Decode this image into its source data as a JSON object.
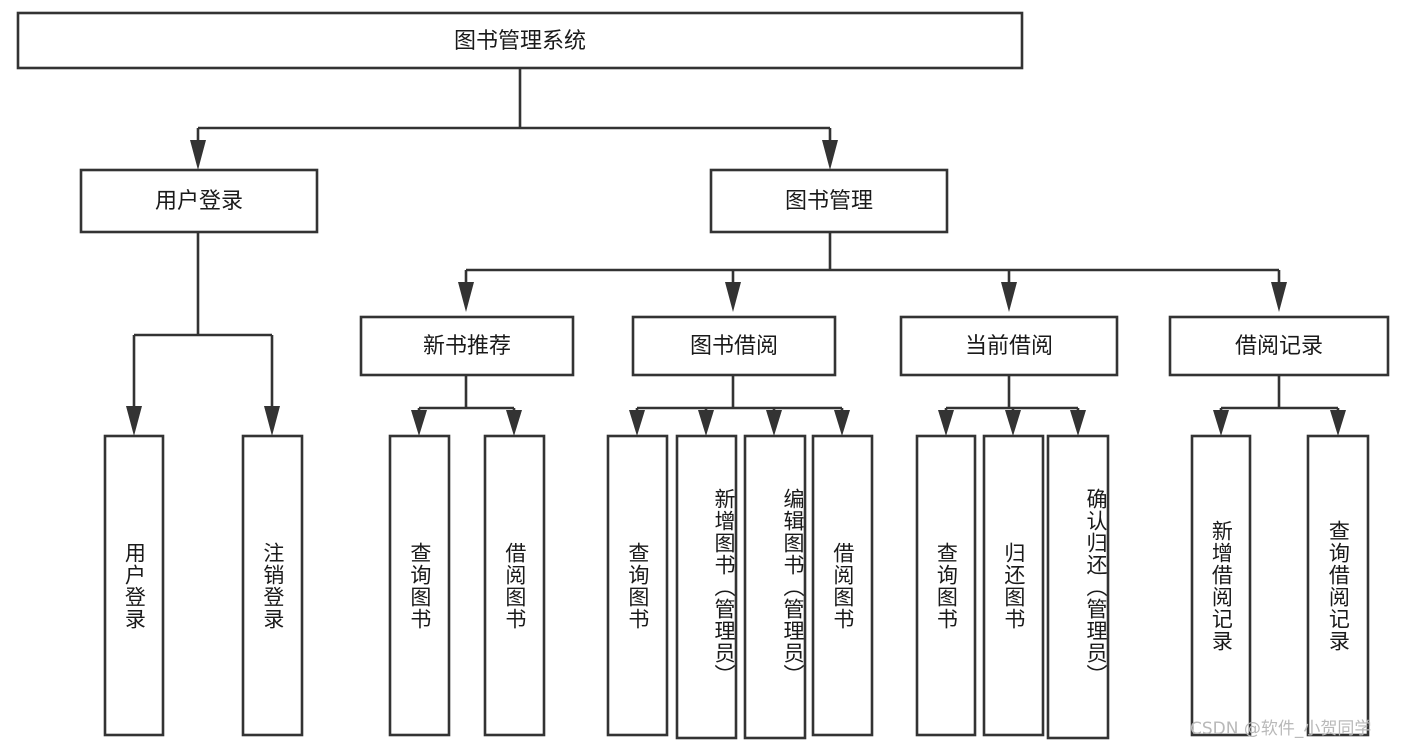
{
  "diagram": {
    "type": "tree",
    "title": "图书管理系统",
    "root": {
      "id": "root",
      "label": "图书管理系统",
      "orientation": "horizontal"
    },
    "level2": [
      {
        "id": "user-login",
        "label": "用户登录",
        "orientation": "horizontal"
      },
      {
        "id": "book-management",
        "label": "图书管理",
        "orientation": "horizontal"
      }
    ],
    "level3": [
      {
        "id": "new-book-recommend",
        "label": "新书推荐",
        "orientation": "horizontal",
        "parent": "book-management"
      },
      {
        "id": "book-borrow",
        "label": "图书借阅",
        "orientation": "horizontal",
        "parent": "book-management"
      },
      {
        "id": "current-borrow",
        "label": "当前借阅",
        "orientation": "horizontal",
        "parent": "book-management"
      },
      {
        "id": "borrow-record",
        "label": "借阅记录",
        "orientation": "horizontal",
        "parent": "book-management"
      }
    ],
    "leaves": [
      {
        "id": "leaf-user-login",
        "label": "用户登录",
        "orientation": "vertical",
        "parent": "user-login"
      },
      {
        "id": "leaf-logout-login",
        "label": "注销登录",
        "orientation": "vertical",
        "parent": "user-login"
      },
      {
        "id": "leaf-query-book-1",
        "label": "查询图书",
        "orientation": "vertical",
        "parent": "new-book-recommend"
      },
      {
        "id": "leaf-borrow-book-1",
        "label": "借阅图书",
        "orientation": "vertical",
        "parent": "new-book-recommend"
      },
      {
        "id": "leaf-query-book-2",
        "label": "查询图书",
        "orientation": "vertical",
        "parent": "book-borrow"
      },
      {
        "id": "leaf-add-book",
        "label": "新增图书（管理员）",
        "orientation": "vertical",
        "parent": "book-borrow"
      },
      {
        "id": "leaf-edit-book",
        "label": "编辑图书（管理员）",
        "orientation": "vertical",
        "parent": "book-borrow"
      },
      {
        "id": "leaf-borrow-book-2",
        "label": "借阅图书",
        "orientation": "vertical",
        "parent": "book-borrow"
      },
      {
        "id": "leaf-query-book-3",
        "label": "查询图书",
        "orientation": "vertical",
        "parent": "current-borrow"
      },
      {
        "id": "leaf-return-book",
        "label": "归还图书",
        "orientation": "vertical",
        "parent": "current-borrow"
      },
      {
        "id": "leaf-confirm-return",
        "label": "确认归还（管理员）",
        "orientation": "vertical",
        "parent": "current-borrow"
      },
      {
        "id": "leaf-add-record",
        "label": "新增借阅记录",
        "orientation": "vertical",
        "parent": "borrow-record"
      },
      {
        "id": "leaf-query-record",
        "label": "查询借阅记录",
        "orientation": "vertical",
        "parent": "borrow-record"
      }
    ],
    "colors": {
      "stroke": "#333333",
      "fill": "#ffffff",
      "text": "#1a1a1a",
      "watermark": "#b9b9b9"
    }
  },
  "watermark": {
    "text": "CSDN @软件_小贺同学"
  }
}
